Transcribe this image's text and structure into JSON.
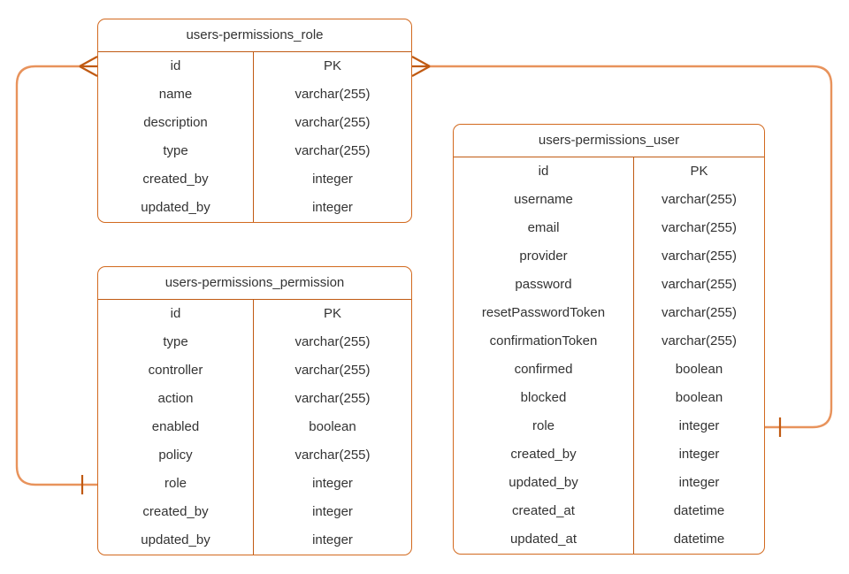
{
  "diagram": {
    "kind": "entity-relationship-diagram",
    "colors": {
      "entity_border": "#D2691E",
      "entity_inner_rule": "#C05A12",
      "connector_line": "#E8935C",
      "connector_marker": "#C05A12",
      "text": "#333333",
      "background": "#FFFFFF"
    },
    "entities": [
      {
        "id": "role",
        "title": "users-permissions_role",
        "columns": [
          {
            "field": "id",
            "type": "PK"
          },
          {
            "field": "name",
            "type": "varchar(255)"
          },
          {
            "field": "description",
            "type": "varchar(255)"
          },
          {
            "field": "type",
            "type": "varchar(255)"
          },
          {
            "field": "created_by",
            "type": "integer"
          },
          {
            "field": "updated_by",
            "type": "integer"
          }
        ]
      },
      {
        "id": "permission",
        "title": "users-permissions_permission",
        "columns": [
          {
            "field": "id",
            "type": "PK"
          },
          {
            "field": "type",
            "type": "varchar(255)"
          },
          {
            "field": "controller",
            "type": "varchar(255)"
          },
          {
            "field": "action",
            "type": "varchar(255)"
          },
          {
            "field": "enabled",
            "type": "boolean"
          },
          {
            "field": "policy",
            "type": "varchar(255)"
          },
          {
            "field": "role",
            "type": "integer"
          },
          {
            "field": "created_by",
            "type": "integer"
          },
          {
            "field": "updated_by",
            "type": "integer"
          }
        ]
      },
      {
        "id": "user",
        "title": "users-permissions_user",
        "columns": [
          {
            "field": "id",
            "type": "PK"
          },
          {
            "field": "username",
            "type": "varchar(255)"
          },
          {
            "field": "email",
            "type": "varchar(255)"
          },
          {
            "field": "provider",
            "type": "varchar(255)"
          },
          {
            "field": "password",
            "type": "varchar(255)"
          },
          {
            "field": "resetPasswordToken",
            "type": "varchar(255)"
          },
          {
            "field": "confirmationToken",
            "type": "varchar(255)"
          },
          {
            "field": "confirmed",
            "type": "boolean"
          },
          {
            "field": "blocked",
            "type": "boolean"
          },
          {
            "field": "role",
            "type": "integer"
          },
          {
            "field": "created_by",
            "type": "integer"
          },
          {
            "field": "updated_by",
            "type": "integer"
          },
          {
            "field": "created_at",
            "type": "datetime"
          },
          {
            "field": "updated_at",
            "type": "datetime"
          }
        ]
      }
    ],
    "relationships": [
      {
        "id": "permission-role",
        "from_entity": "permission",
        "from_marker": "one",
        "to_entity": "role",
        "to_marker": "many"
      },
      {
        "id": "user-role",
        "from_entity": "user",
        "from_marker": "one",
        "to_entity": "role",
        "to_marker": "many"
      }
    ]
  }
}
